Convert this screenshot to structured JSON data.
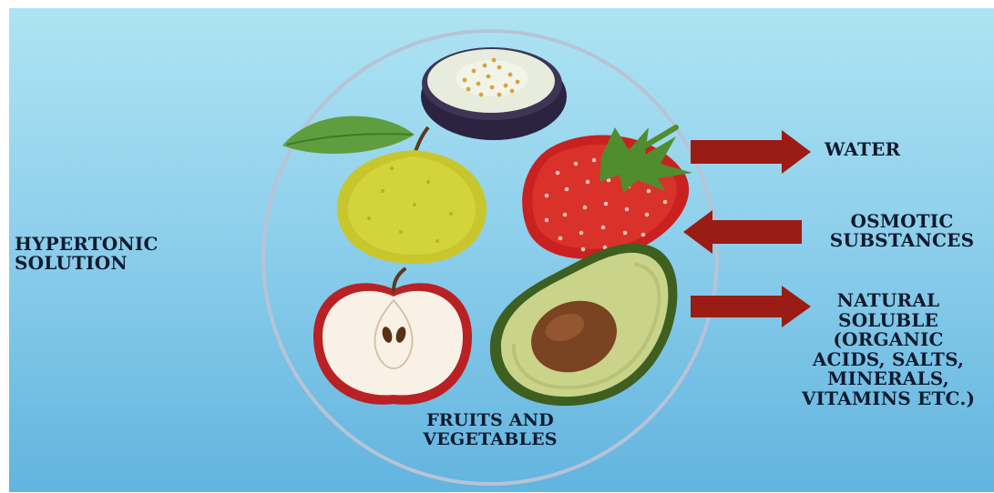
{
  "labels": {
    "hypertonic": "HYPERTONIC\nSOLUTION",
    "fruits": "FRUITS AND\nVEGETABLES",
    "water": "WATER",
    "osmotic": "OSMOTIC\nSUBSTANCES",
    "natural": "NATURAL\nSOLUBLE\n(ORGANIC\nACIDS, SALTS,\nMINERALS,\nVITAMINS ETC.)"
  },
  "colors": {
    "background_top": "#aee4f3",
    "background_bottom": "#62b4df",
    "arrow": "#9b1c14",
    "text": "#0f1a2e"
  },
  "arrows": [
    {
      "target": "water",
      "direction": "out"
    },
    {
      "target": "osmotic",
      "direction": "in"
    },
    {
      "target": "natural",
      "direction": "out"
    }
  ],
  "items": [
    "eggplant-slice-icon",
    "citrus-icon",
    "strawberry-icon",
    "apple-half-icon",
    "avocado-half-icon"
  ]
}
